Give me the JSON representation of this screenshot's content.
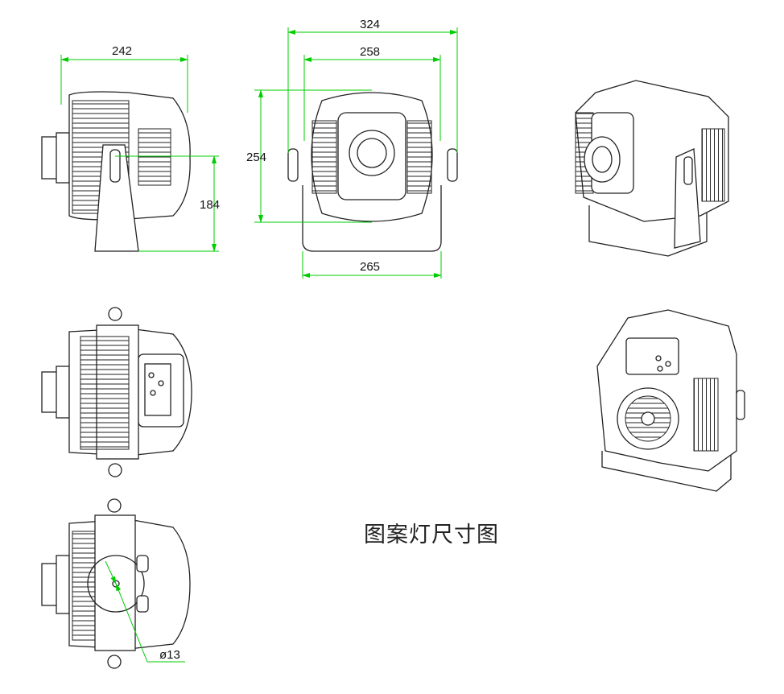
{
  "title": "图案灯尺寸图",
  "dimensions": {
    "side_width": "242",
    "side_height": "184",
    "front_overall_width": "324",
    "front_body_width": "258",
    "front_height": "254",
    "bracket_width": "265",
    "mount_hole_diameter": "ø13"
  },
  "colors": {
    "dimension_line": "#00cc00",
    "outline": "#222222"
  }
}
